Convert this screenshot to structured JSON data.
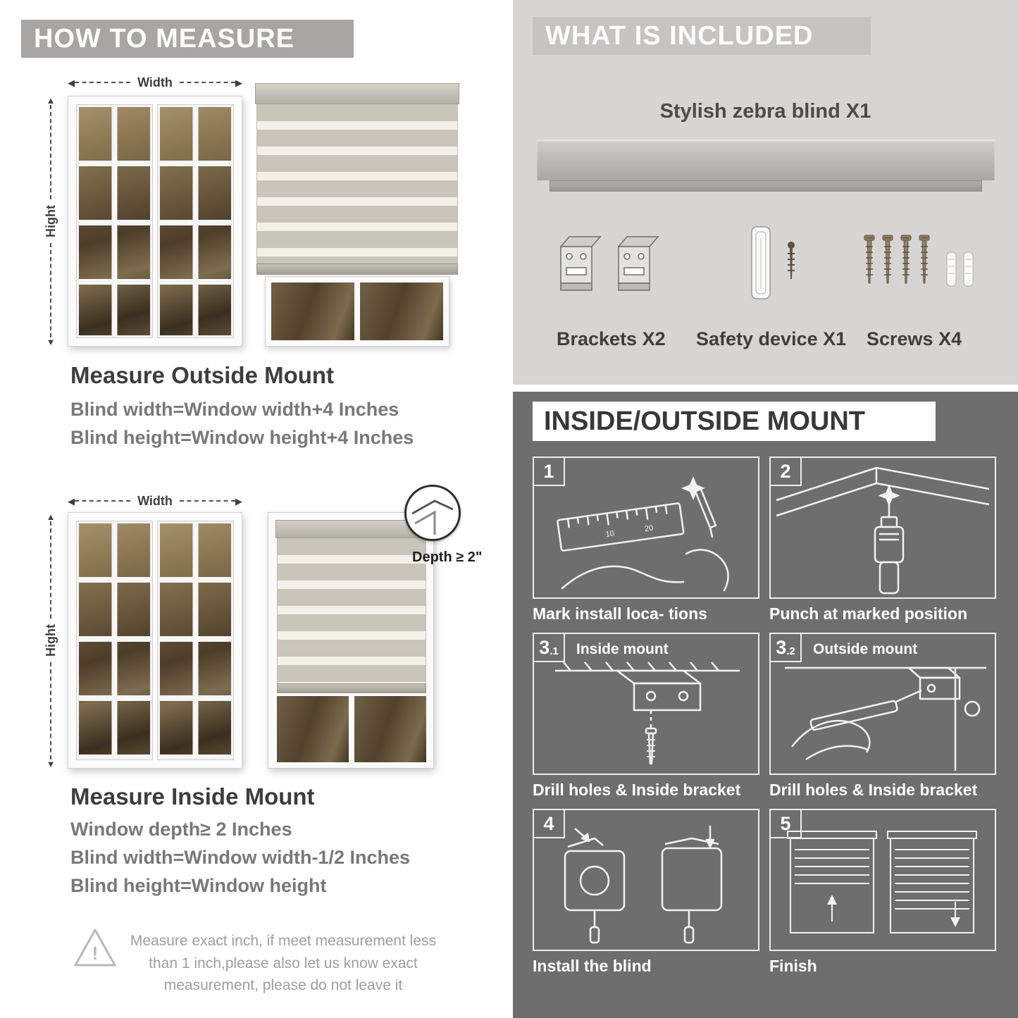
{
  "left": {
    "header": "HOW TO MEASURE",
    "outside": {
      "width_label": "Width",
      "height_label": "Hight",
      "title": "Measure Outside Mount",
      "formula1": "Blind width=Window width+4 Inches",
      "formula2": "Blind height=Window height+4 Inches"
    },
    "inside": {
      "width_label": "Width",
      "height_label": "Hight",
      "depth_callout": "Depth ≥ 2\"",
      "title": "Measure Inside Mount",
      "formula1": "Window depth≥ 2 Inches",
      "formula2": "Blind width=Window width-1/2 Inches",
      "formula3": "Blind height=Window height"
    },
    "warning_text": "Measure exact inch, if meet measurement less than 1 inch,please also let us know exact measurement, please do not leave it"
  },
  "right": {
    "included": {
      "header": "WHAT IS INCLUDED",
      "product_label": "Stylish zebra blind X1",
      "items": [
        {
          "label": "Brackets X2"
        },
        {
          "label": "Safety device X1"
        },
        {
          "label": "Screws X4"
        }
      ]
    },
    "mount": {
      "header": "INSIDE/OUTSIDE MOUNT",
      "steps": [
        {
          "num": "1",
          "caption": "Mark install loca- tions"
        },
        {
          "num": "2",
          "caption": "Punch at  marked position"
        },
        {
          "num": "3",
          "sub": ".1",
          "inner_label": "Inside mount",
          "caption": "Drill holes &  Inside bracket"
        },
        {
          "num": "3",
          "sub": ".2",
          "inner_label": "Outside mount",
          "caption": "Drill holes &  Inside bracket"
        },
        {
          "num": "4",
          "caption": "Install the blind"
        },
        {
          "num": "5",
          "caption": "Finish"
        }
      ]
    }
  },
  "icons": {
    "arrow_left": "◀",
    "arrow_right": "▶",
    "arrow_up": "▲",
    "arrow_down": "▼",
    "warning_mark": "!"
  },
  "colors": {
    "header_banner": "#a7a6a4",
    "included_bg": "#d6d5d3",
    "included_banner": "#c5c4c2",
    "mount_bg": "#6e6e6e",
    "heading_text": "#3d3d3d",
    "formula_text": "#787878",
    "panel_border": "#ececec"
  }
}
